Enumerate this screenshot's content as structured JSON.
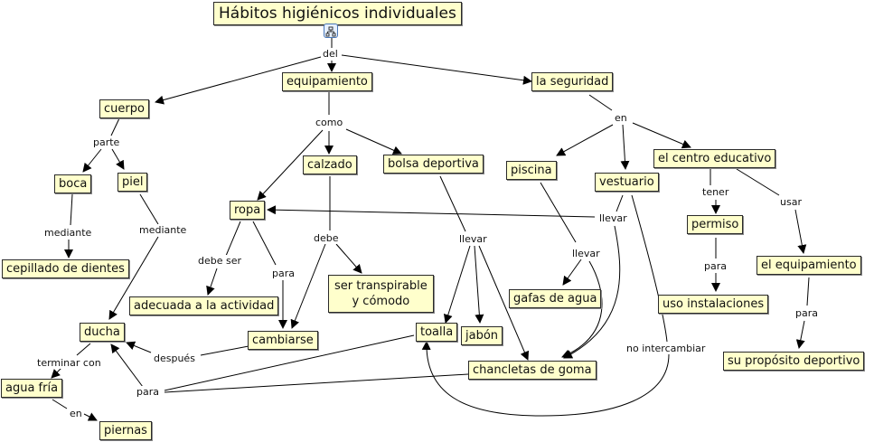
{
  "title": "Hábitos higiénicos individuales",
  "title_icon": "concept-map-hierarchy-icon",
  "nodes": {
    "cuerpo": "cuerpo",
    "equipamiento": "equipamiento",
    "la_seguridad": "la seguridad",
    "boca": "boca",
    "piel": "piel",
    "cepillado": "cepillado de dientes",
    "ropa": "ropa",
    "calzado": "calzado",
    "bolsa": "bolsa deportiva",
    "piscina": "piscina",
    "vestuario": "vestuario",
    "centro": "el centro educativo",
    "permiso": "permiso",
    "el_equipamiento": "el equipamiento",
    "adecuada": "adecuada a la actividad",
    "transpirable": "ser transpirable\ny cómodo",
    "gafas": "gafas de agua",
    "uso": "uso instalaciones",
    "ducha": "ducha",
    "cambiarse": "cambiarse",
    "toalla": "toalla",
    "jabon": "jabón",
    "chancletas": "chancletas de goma",
    "proposito": "su propósito deportivo",
    "agua_fria": "agua fría",
    "piernas": "piernas"
  },
  "links": {
    "del": "del",
    "parte": "parte",
    "mediante_boca": "mediante",
    "mediante_piel": "mediante",
    "como": "como",
    "debe_ser": "debe ser",
    "para_ropa": "para",
    "debe": "debe",
    "llevar_bolsa": "llevar",
    "en_seguridad": "en",
    "llevar_piscina": "llevar",
    "llevar_vestuario": "llevar",
    "tener": "tener",
    "usar": "usar",
    "para_permiso": "para",
    "para_equipamiento": "para",
    "no_intercambiar": "no intercambiar",
    "terminar_con": "terminar con",
    "despues": "después",
    "para_ducha": "para",
    "en_agua": "en"
  }
}
